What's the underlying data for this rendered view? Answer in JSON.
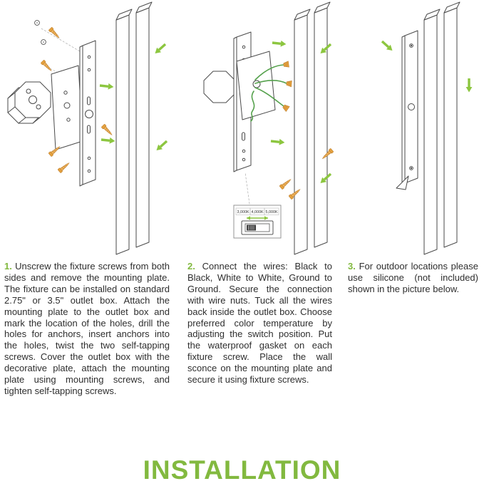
{
  "title": "INSTALLATION",
  "colors": {
    "accent_green": "#82B93F",
    "arrow_green": "#8CC63F",
    "screw_orange": "#E5A13D",
    "wire_green": "#55A14C",
    "line_dark": "#4a4a4a"
  },
  "steps": [
    {
      "number": "1.",
      "text": "Unscrew the fixture screws from both sides and remove the mounting plate. The fixture can be installed on standard 2.75\" or 3.5\" outlet box. Attach the mounting plate to the outlet box and mark the location of the holes, drill the holes for anchors, insert anchors into the holes, twist the two self-tapping screws. Cover the outlet box with the decorative plate, attach the mounting plate using mounting screws, and tighten self-tapping screws."
    },
    {
      "number": "2.",
      "text": "Connect the wires: Black to Black, White to White, Ground to Ground. Secure the connection with wire nuts. Tuck all the wires back inside the outlet box. Choose preferred color temperature by adjusting the switch position. Put the waterproof gasket on each fixture screw. Place the wall sconce on the mounting plate and secure it using fixture screws."
    },
    {
      "number": "3.",
      "text": "For outdoor locations please use silicone (not included) shown in the picture below."
    }
  ],
  "switch": {
    "labels": [
      "3,000K",
      "4,000K",
      "5,000K"
    ]
  },
  "icons": {
    "screw-icon": "orange self-tapping screw",
    "arrow-icon": "green direction arrow",
    "wire-nut-icon": "orange wire nut",
    "anchor-hole-icon": "wall anchor hole",
    "slide-arrow-icon": "green double-headed slide arrow",
    "switch-icon": "color temperature slide switch",
    "silicone-nozzle-icon": "silicone applicator tip"
  }
}
